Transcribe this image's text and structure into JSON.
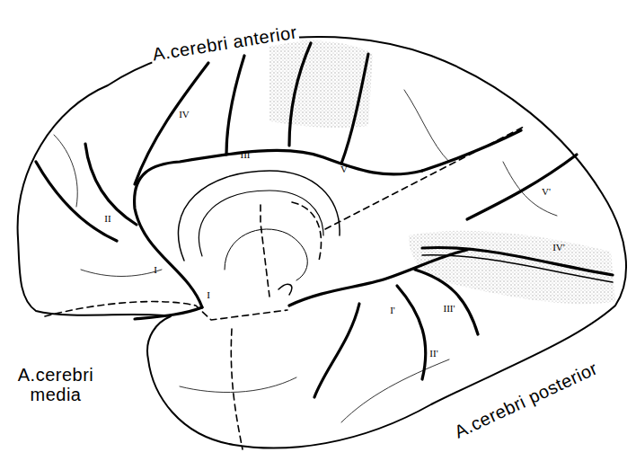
{
  "diagram": {
    "labels": [
      "A.cerebri anterior",
      "IV",
      "III",
      "V",
      "II",
      "V'",
      "IV'",
      "I",
      "I",
      "I'",
      "III'",
      "II'",
      "A.cerebri media",
      "A.cerebri posterior"
    ]
  }
}
